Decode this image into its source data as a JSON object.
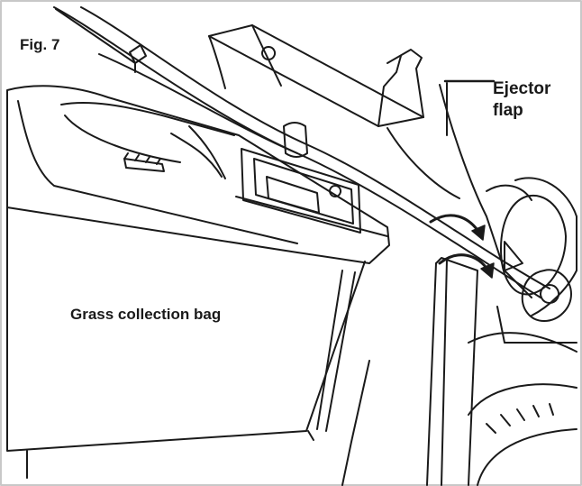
{
  "figure": {
    "label": "Fig. 7"
  },
  "callouts": {
    "ejector_flap": {
      "line1": "Ejector",
      "line2": "flap"
    },
    "bag": {
      "text": "Grass collection bag"
    }
  },
  "colors": {
    "background": "#ffffff",
    "line": "#1a1a1a",
    "frame": "#c8c8c8"
  }
}
